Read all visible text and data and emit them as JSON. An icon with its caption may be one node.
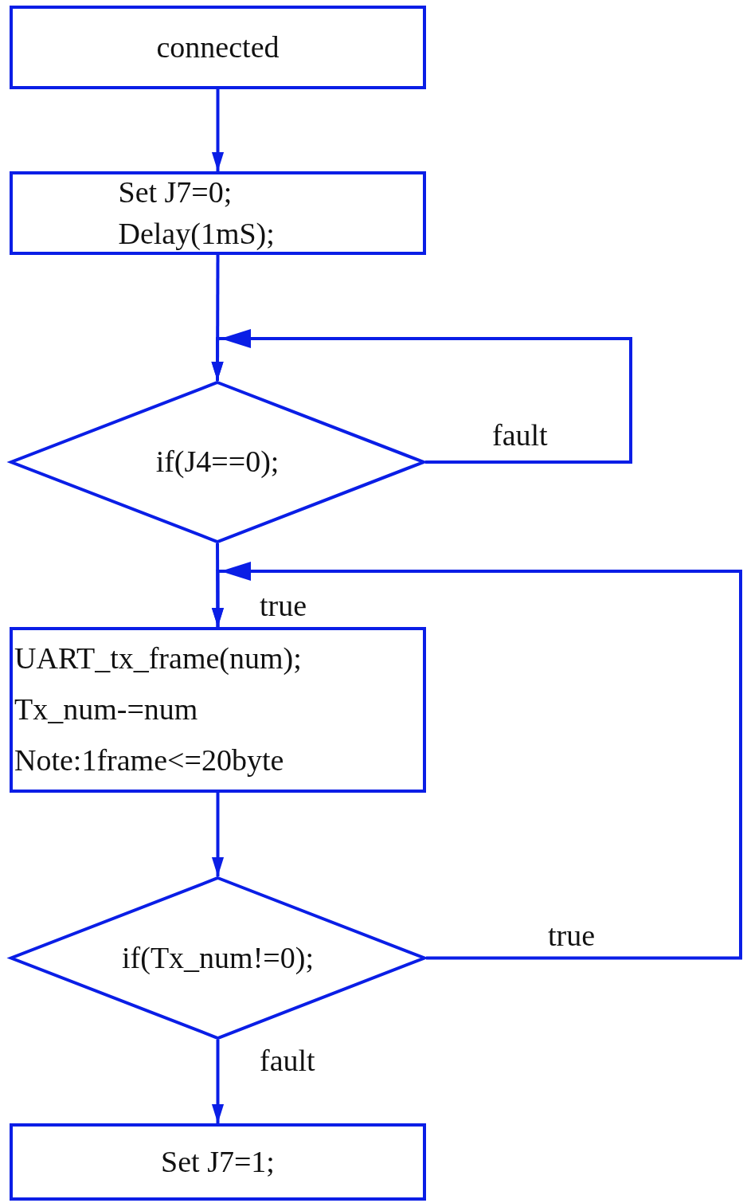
{
  "diagram": {
    "nodes": [
      {
        "text": [
          "connected"
        ]
      },
      {
        "text": [
          "Set J7=0; Delay(1mS);"
        ]
      },
      {
        "text": [
          "if(J4==0);"
        ]
      },
      {
        "text": [
          "UART_tx_frame(num);",
          "Tx_num-=num",
          "Note:1frame<=20byte"
        ]
      },
      {
        "text": [
          "if(Tx_num!=0);"
        ]
      },
      {
        "text": [
          "Set J7=1;"
        ]
      }
    ],
    "edges": [
      {
        "from": 0,
        "to": 1,
        "arrow": "to"
      },
      {
        "from": 1,
        "to": 2,
        "arrow": "to"
      },
      {
        "from": 2,
        "to": 2,
        "arrow": "to",
        "label": "fault"
      },
      {
        "from": 2,
        "to": 3,
        "arrow": "to",
        "label": "true"
      },
      {
        "from": 3,
        "to": 4,
        "arrow": "to"
      },
      {
        "from": 4,
        "to": 3,
        "arrow": "to",
        "label": "true"
      },
      {
        "from": 4,
        "to": 5,
        "arrow": "to",
        "label": "fault"
      }
    ]
  }
}
